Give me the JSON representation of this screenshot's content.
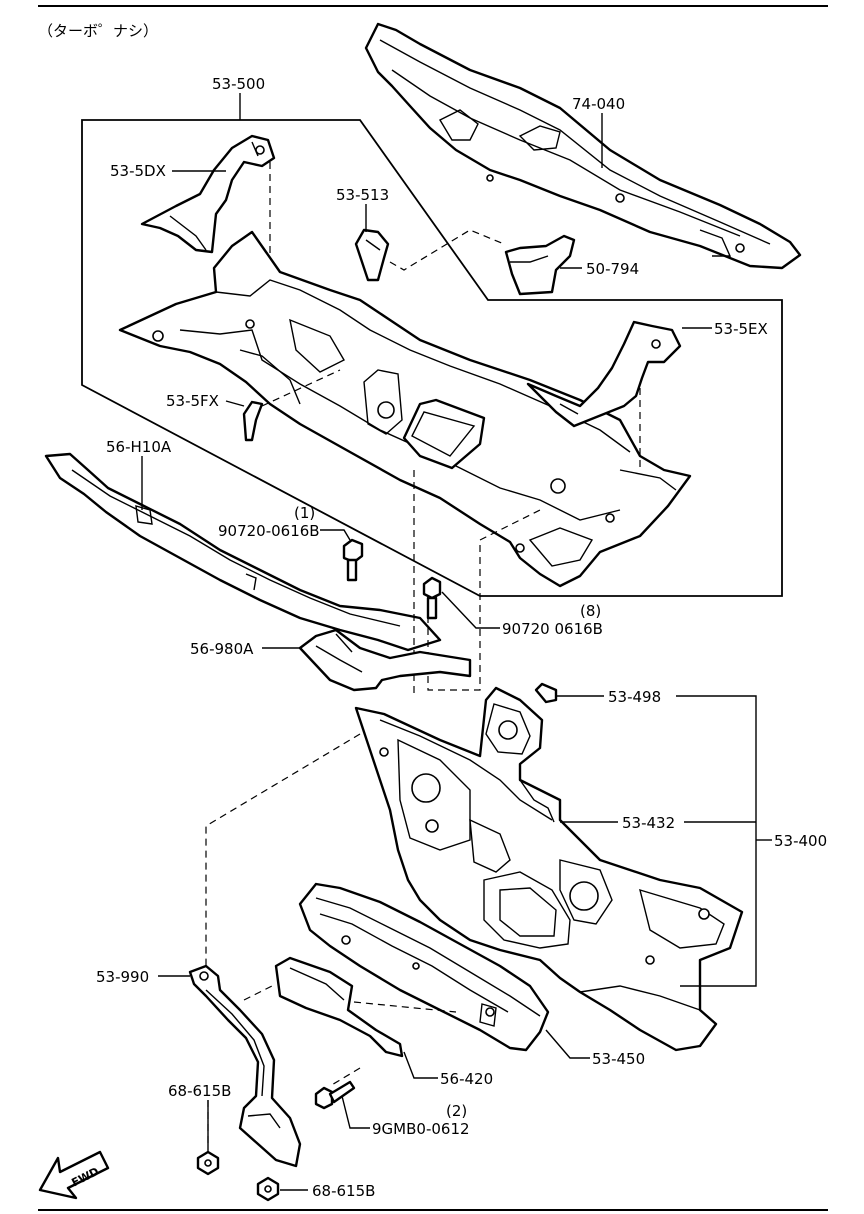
{
  "header": {
    "note": "（ターボ゜ナシ）"
  },
  "parts": {
    "p_53_500": "53-500",
    "p_53_5dx": "53-5DX",
    "p_53_513": "53-513",
    "p_74_040": "74-040",
    "p_50_794": "50-794",
    "p_53_5ex": "53-5EX",
    "p_53_5fx": "53-5FX",
    "p_56_h10a": "56-H10A",
    "bolt1_qty": "(1)",
    "bolt1_no": "90720-0616B",
    "bolt2_qty": "(8)",
    "bolt2_no": "90720 0616B",
    "p_56_980a": "56-980A",
    "p_53_498": "53-498",
    "p_53_432": "53-432",
    "p_53_400": "53-400",
    "p_53_990": "53-990",
    "p_53_450": "53-450",
    "p_56_420": "56-420",
    "p_68_615b_a": "68-615B",
    "bolt3_qty": "(2)",
    "bolt3_no": "9GMB0-0612",
    "p_68_615b_b": "68-615B"
  },
  "fwd_arrow": {
    "label": "FWD",
    "icon": "forward-arrow-icon"
  }
}
